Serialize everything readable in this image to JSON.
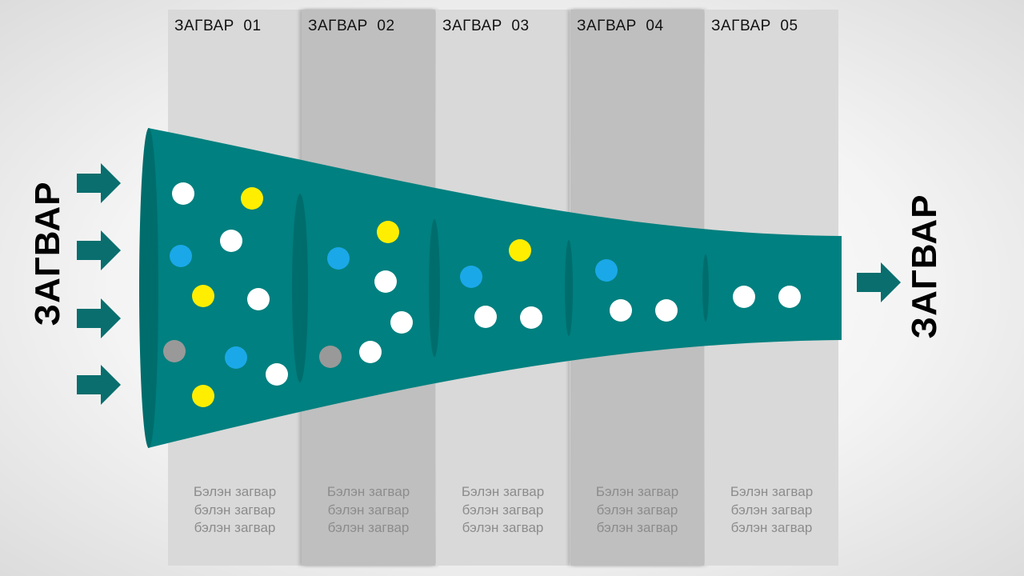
{
  "left_label": "ЗАГВАР",
  "right_label": "ЗАГВАР",
  "stages": [
    {
      "title": "ЗАГВАР  01",
      "desc": "Бэлэн загвар\nбэлэн загвар\nбэлэн загвар"
    },
    {
      "title": "ЗАГВАР  02",
      "desc": "Бэлэн загвар\nбэлэн загвар\nбэлэн загвар"
    },
    {
      "title": "ЗАГВАР  03",
      "desc": "Бэлэн загвар\nбэлэн загвар\nбэлэн загвар"
    },
    {
      "title": "ЗАГВАР  04",
      "desc": "Бэлэн загвар\nбэлэн загвар\nбэлэн загвар"
    },
    {
      "title": "ЗАГВАР  05",
      "desc": "Бэлэн загвар\nбэлэн загвар\nбэлэн загвар"
    }
  ],
  "colors": {
    "funnel": "#008080",
    "funnel_dark": "#006d6d",
    "arrow": "#0a6e6e",
    "dot_white": "#ffffff",
    "dot_yellow": "#ffee00",
    "dot_blue": "#1aa8e8",
    "dot_gray": "#999999"
  },
  "icons": {
    "input_arrows": "right-arrow-icon",
    "output_arrow": "right-arrow-icon"
  }
}
